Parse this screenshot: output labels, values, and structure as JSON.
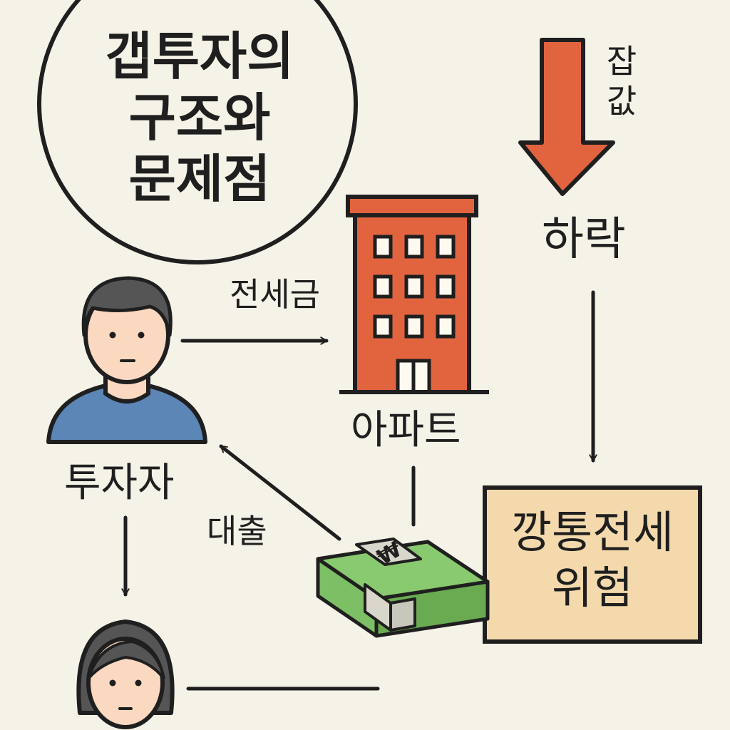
{
  "title": {
    "lines": [
      "갭투자의",
      "구조와",
      "문제점"
    ]
  },
  "price_drop": {
    "vertical_text": [
      "잡",
      "값"
    ],
    "label": "하락"
  },
  "apartment": {
    "label": "아파트"
  },
  "investor": {
    "label": "투자자"
  },
  "flows": {
    "deposit_label": "전세금",
    "loan_label": "대출"
  },
  "risk_box": {
    "lines": [
      "깡통전세",
      "위험"
    ]
  },
  "money": {
    "band_symbol": "₩"
  },
  "colors": {
    "background": "#f5f2e7",
    "ink": "#1f1f1f",
    "building": "#e2643f",
    "arrow": "#e2643f",
    "risk_box_fill": "#f3d9ac",
    "shirt": "#5b86b5",
    "money_green": "#7dbf64",
    "skin": "#fbd9c0"
  }
}
